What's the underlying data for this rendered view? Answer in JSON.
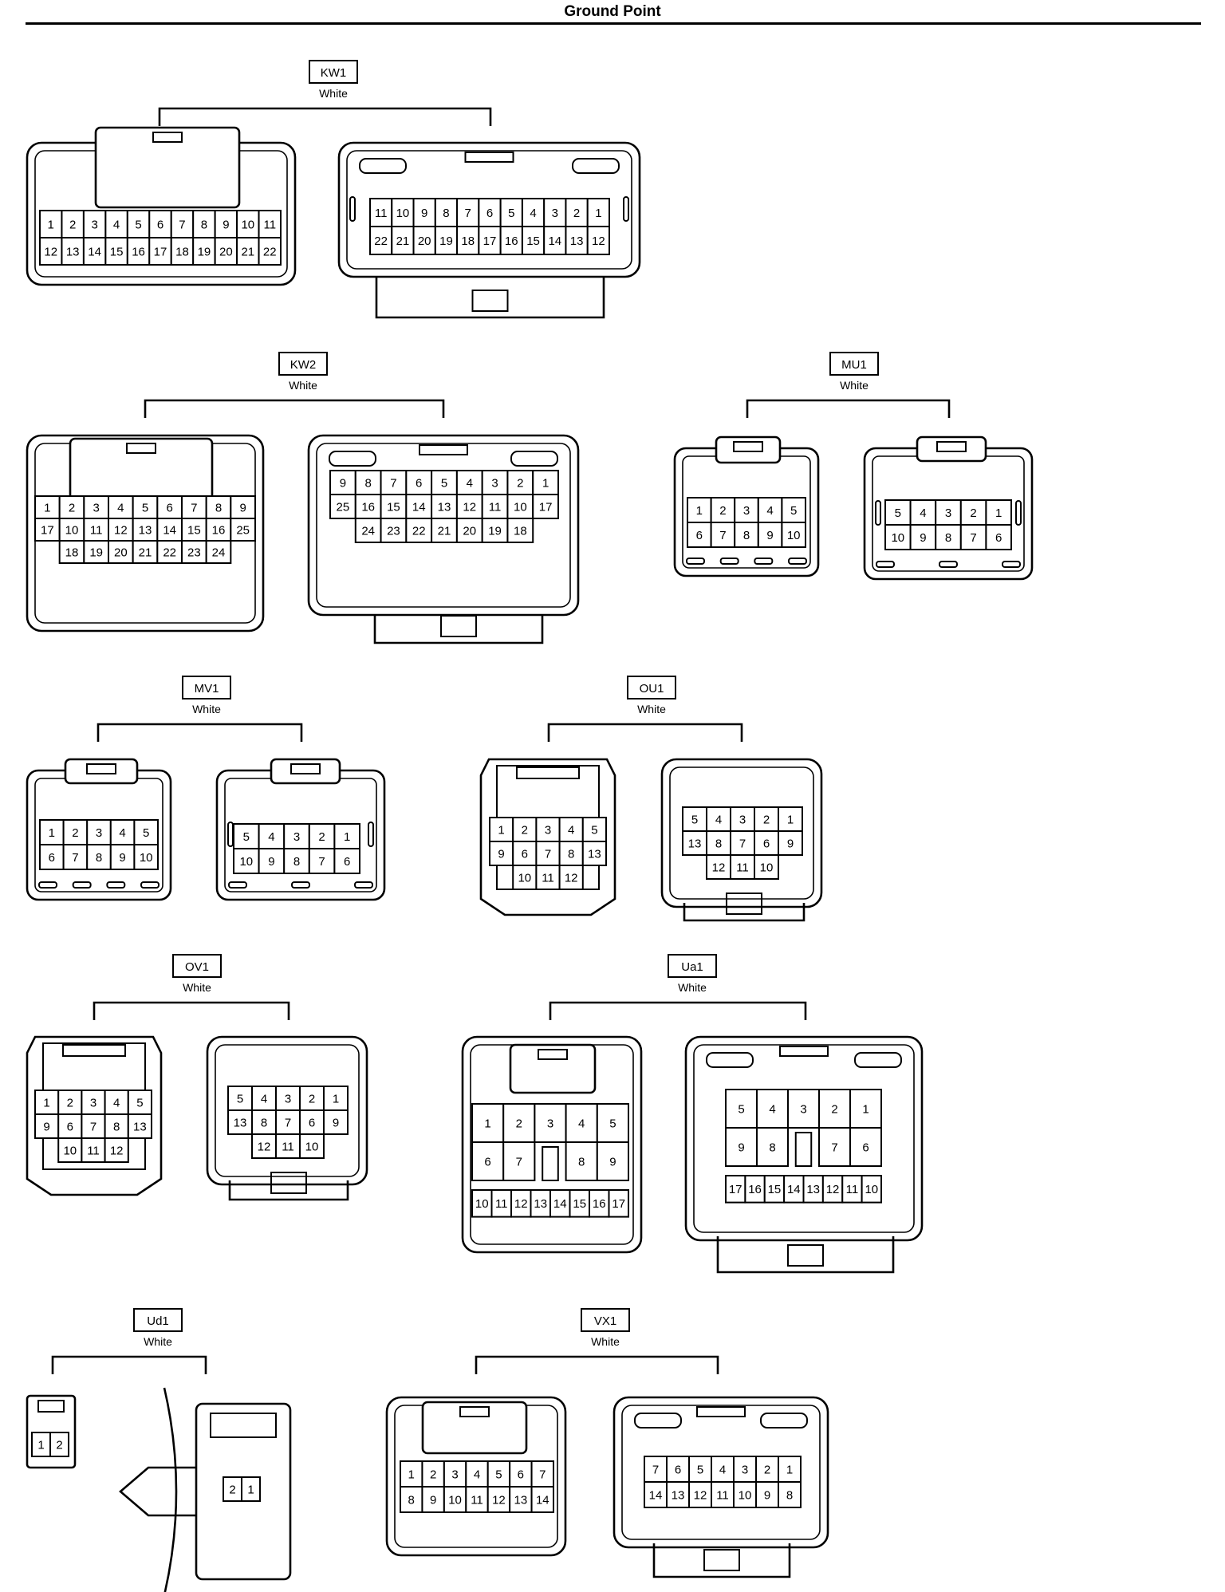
{
  "title": "Ground Point",
  "groups": [
    {
      "code": "KW1",
      "color": "White"
    },
    {
      "code": "KW2",
      "color": "White"
    },
    {
      "code": "MU1",
      "color": "White"
    },
    {
      "code": "MV1",
      "color": "White"
    },
    {
      "code": "OU1",
      "color": "White"
    },
    {
      "code": "OV1",
      "color": "White"
    },
    {
      "code": "Ua1",
      "color": "White"
    },
    {
      "code": "Ud1",
      "color": "White"
    },
    {
      "code": "VX1",
      "color": "White"
    }
  ],
  "connectors": [
    {
      "group": 0,
      "side": "male",
      "rows": [
        [
          "1",
          "2",
          "3",
          "4",
          "5",
          "6",
          "7",
          "8",
          "9",
          "10",
          "11"
        ],
        [
          "12",
          "13",
          "14",
          "15",
          "16",
          "17",
          "18",
          "19",
          "20",
          "21",
          "22"
        ]
      ]
    },
    {
      "group": 0,
      "side": "female",
      "rows": [
        [
          "11",
          "10",
          "9",
          "8",
          "7",
          "6",
          "5",
          "4",
          "3",
          "2",
          "1"
        ],
        [
          "22",
          "21",
          "20",
          "19",
          "18",
          "17",
          "16",
          "15",
          "14",
          "13",
          "12"
        ]
      ]
    },
    {
      "group": 1,
      "side": "male",
      "rows": [
        [
          "1",
          "2",
          "3",
          "4",
          "5",
          "6",
          "7",
          "8",
          "9"
        ],
        [
          "17",
          "10",
          "11",
          "12",
          "13",
          "14",
          "15",
          "16",
          "25"
        ],
        [
          "18",
          "19",
          "20",
          "21",
          "22",
          "23",
          "24"
        ]
      ]
    },
    {
      "group": 1,
      "side": "female",
      "rows": [
        [
          "9",
          "8",
          "7",
          "6",
          "5",
          "4",
          "3",
          "2",
          "1"
        ],
        [
          "25",
          "16",
          "15",
          "14",
          "13",
          "12",
          "11",
          "10",
          "17"
        ],
        [
          "24",
          "23",
          "22",
          "21",
          "20",
          "19",
          "18"
        ]
      ]
    },
    {
      "group": 2,
      "side": "male",
      "rows": [
        [
          "1",
          "2",
          "3",
          "4",
          "5"
        ],
        [
          "6",
          "7",
          "8",
          "9",
          "10"
        ]
      ]
    },
    {
      "group": 2,
      "side": "female",
      "rows": [
        [
          "5",
          "4",
          "3",
          "2",
          "1"
        ],
        [
          "10",
          "9",
          "8",
          "7",
          "6"
        ]
      ]
    },
    {
      "group": 3,
      "side": "male",
      "rows": [
        [
          "1",
          "2",
          "3",
          "4",
          "5"
        ],
        [
          "6",
          "7",
          "8",
          "9",
          "10"
        ]
      ]
    },
    {
      "group": 3,
      "side": "female",
      "rows": [
        [
          "5",
          "4",
          "3",
          "2",
          "1"
        ],
        [
          "10",
          "9",
          "8",
          "7",
          "6"
        ]
      ]
    },
    {
      "group": 4,
      "side": "male",
      "rows": [
        [
          "1",
          "2",
          "3",
          "4",
          "5"
        ],
        [
          "9",
          "6",
          "7",
          "8",
          "13"
        ],
        [
          "10",
          "11",
          "12"
        ]
      ]
    },
    {
      "group": 4,
      "side": "female",
      "rows": [
        [
          "5",
          "4",
          "3",
          "2",
          "1"
        ],
        [
          "13",
          "8",
          "7",
          "6",
          "9"
        ],
        [
          "12",
          "11",
          "10"
        ]
      ]
    },
    {
      "group": 5,
      "side": "male",
      "rows": [
        [
          "1",
          "2",
          "3",
          "4",
          "5"
        ],
        [
          "9",
          "6",
          "7",
          "8",
          "13"
        ],
        [
          "10",
          "11",
          "12"
        ]
      ]
    },
    {
      "group": 5,
      "side": "female",
      "rows": [
        [
          "5",
          "4",
          "3",
          "2",
          "1"
        ],
        [
          "13",
          "8",
          "7",
          "6",
          "9"
        ],
        [
          "12",
          "11",
          "10"
        ]
      ]
    },
    {
      "group": 6,
      "side": "male",
      "rows": [
        [
          "1",
          "2",
          "3",
          "4",
          "5"
        ],
        [
          "6",
          "7",
          "8",
          "9"
        ],
        [
          "10",
          "11",
          "12",
          "13",
          "14",
          "15",
          "16",
          "17"
        ]
      ]
    },
    {
      "group": 6,
      "side": "female",
      "rows": [
        [
          "5",
          "4",
          "3",
          "2",
          "1"
        ],
        [
          "9",
          "8",
          "7",
          "6"
        ],
        [
          "17",
          "16",
          "15",
          "14",
          "13",
          "12",
          "11",
          "10"
        ]
      ]
    },
    {
      "group": 7,
      "side": "male",
      "rows": [
        [
          "1",
          "2"
        ]
      ]
    },
    {
      "group": 7,
      "side": "female",
      "rows": [
        [
          "2",
          "1"
        ]
      ]
    },
    {
      "group": 8,
      "side": "male",
      "rows": [
        [
          "1",
          "2",
          "3",
          "4",
          "5",
          "6",
          "7"
        ],
        [
          "8",
          "9",
          "10",
          "11",
          "12",
          "13",
          "14"
        ]
      ]
    },
    {
      "group": 8,
      "side": "female",
      "rows": [
        [
          "7",
          "6",
          "5",
          "4",
          "3",
          "2",
          "1"
        ],
        [
          "14",
          "13",
          "12",
          "11",
          "10",
          "9",
          "8"
        ]
      ]
    }
  ]
}
